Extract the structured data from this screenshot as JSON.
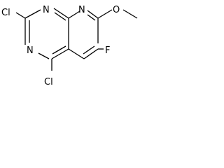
{
  "molecule": {
    "atoms": {
      "cl_top": "Cl",
      "n_top": "N",
      "n_bridge": "N",
      "o_methoxy": "O",
      "n_left": "N",
      "f_sub": "F",
      "cl_bottom": "Cl"
    }
  }
}
